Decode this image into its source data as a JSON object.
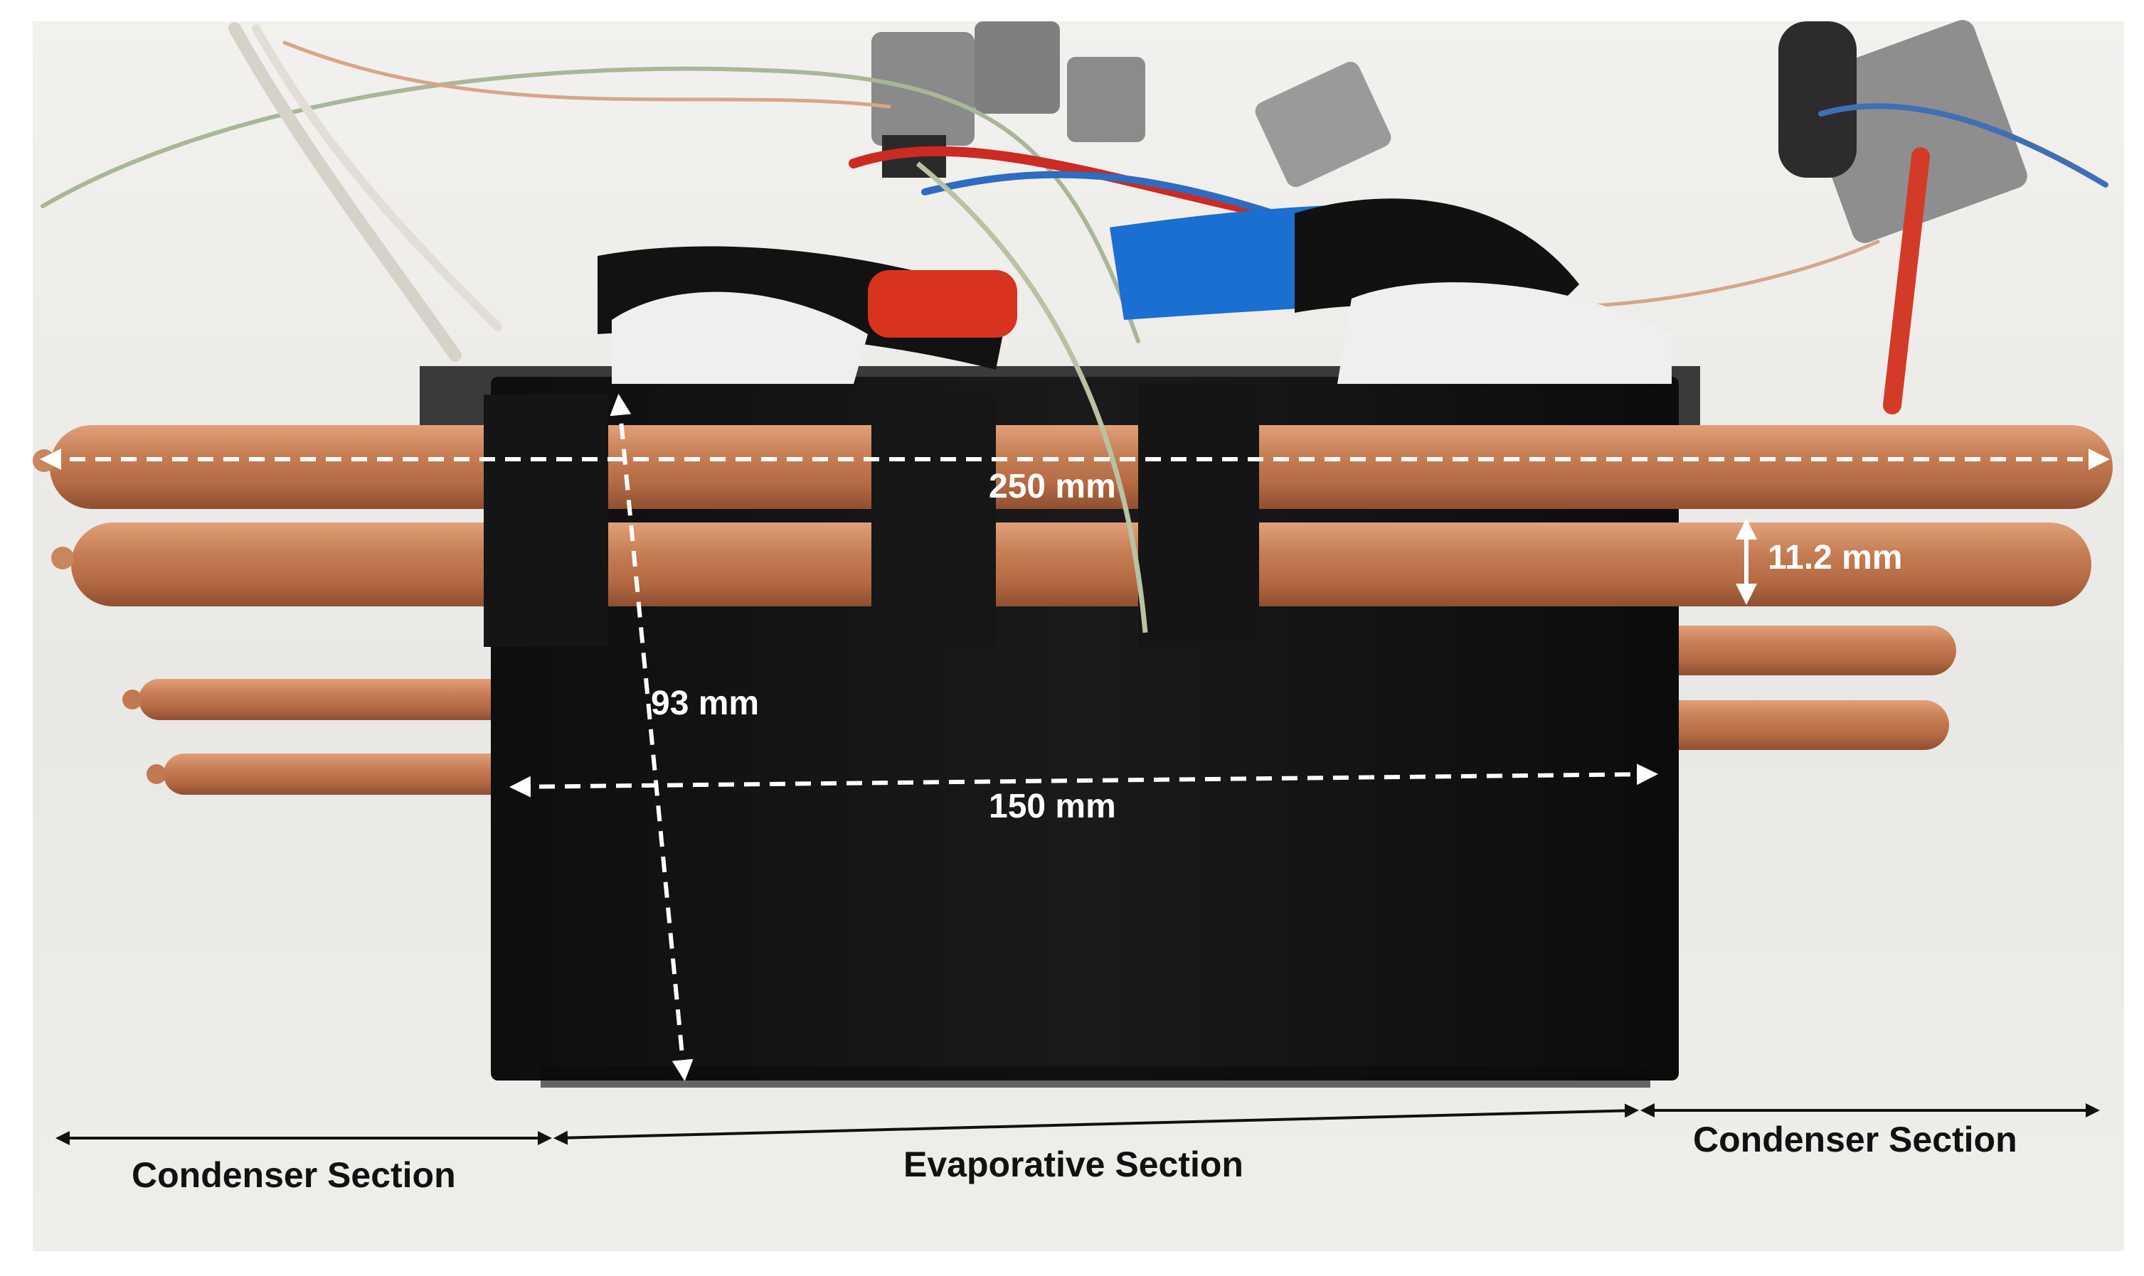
{
  "dimensions": {
    "length_total": "250 mm",
    "tube_diameter": "11.2 mm",
    "height": "93 mm",
    "box_width": "150 mm"
  },
  "sections": {
    "left": "Condenser Section",
    "middle": "Evaporative Section",
    "right": "Condenser Section"
  },
  "colors": {
    "copper": "#c47a52",
    "box": "#141414",
    "background": "#ecebe7",
    "arrow": "#ffffff",
    "section_text": "#111111"
  }
}
